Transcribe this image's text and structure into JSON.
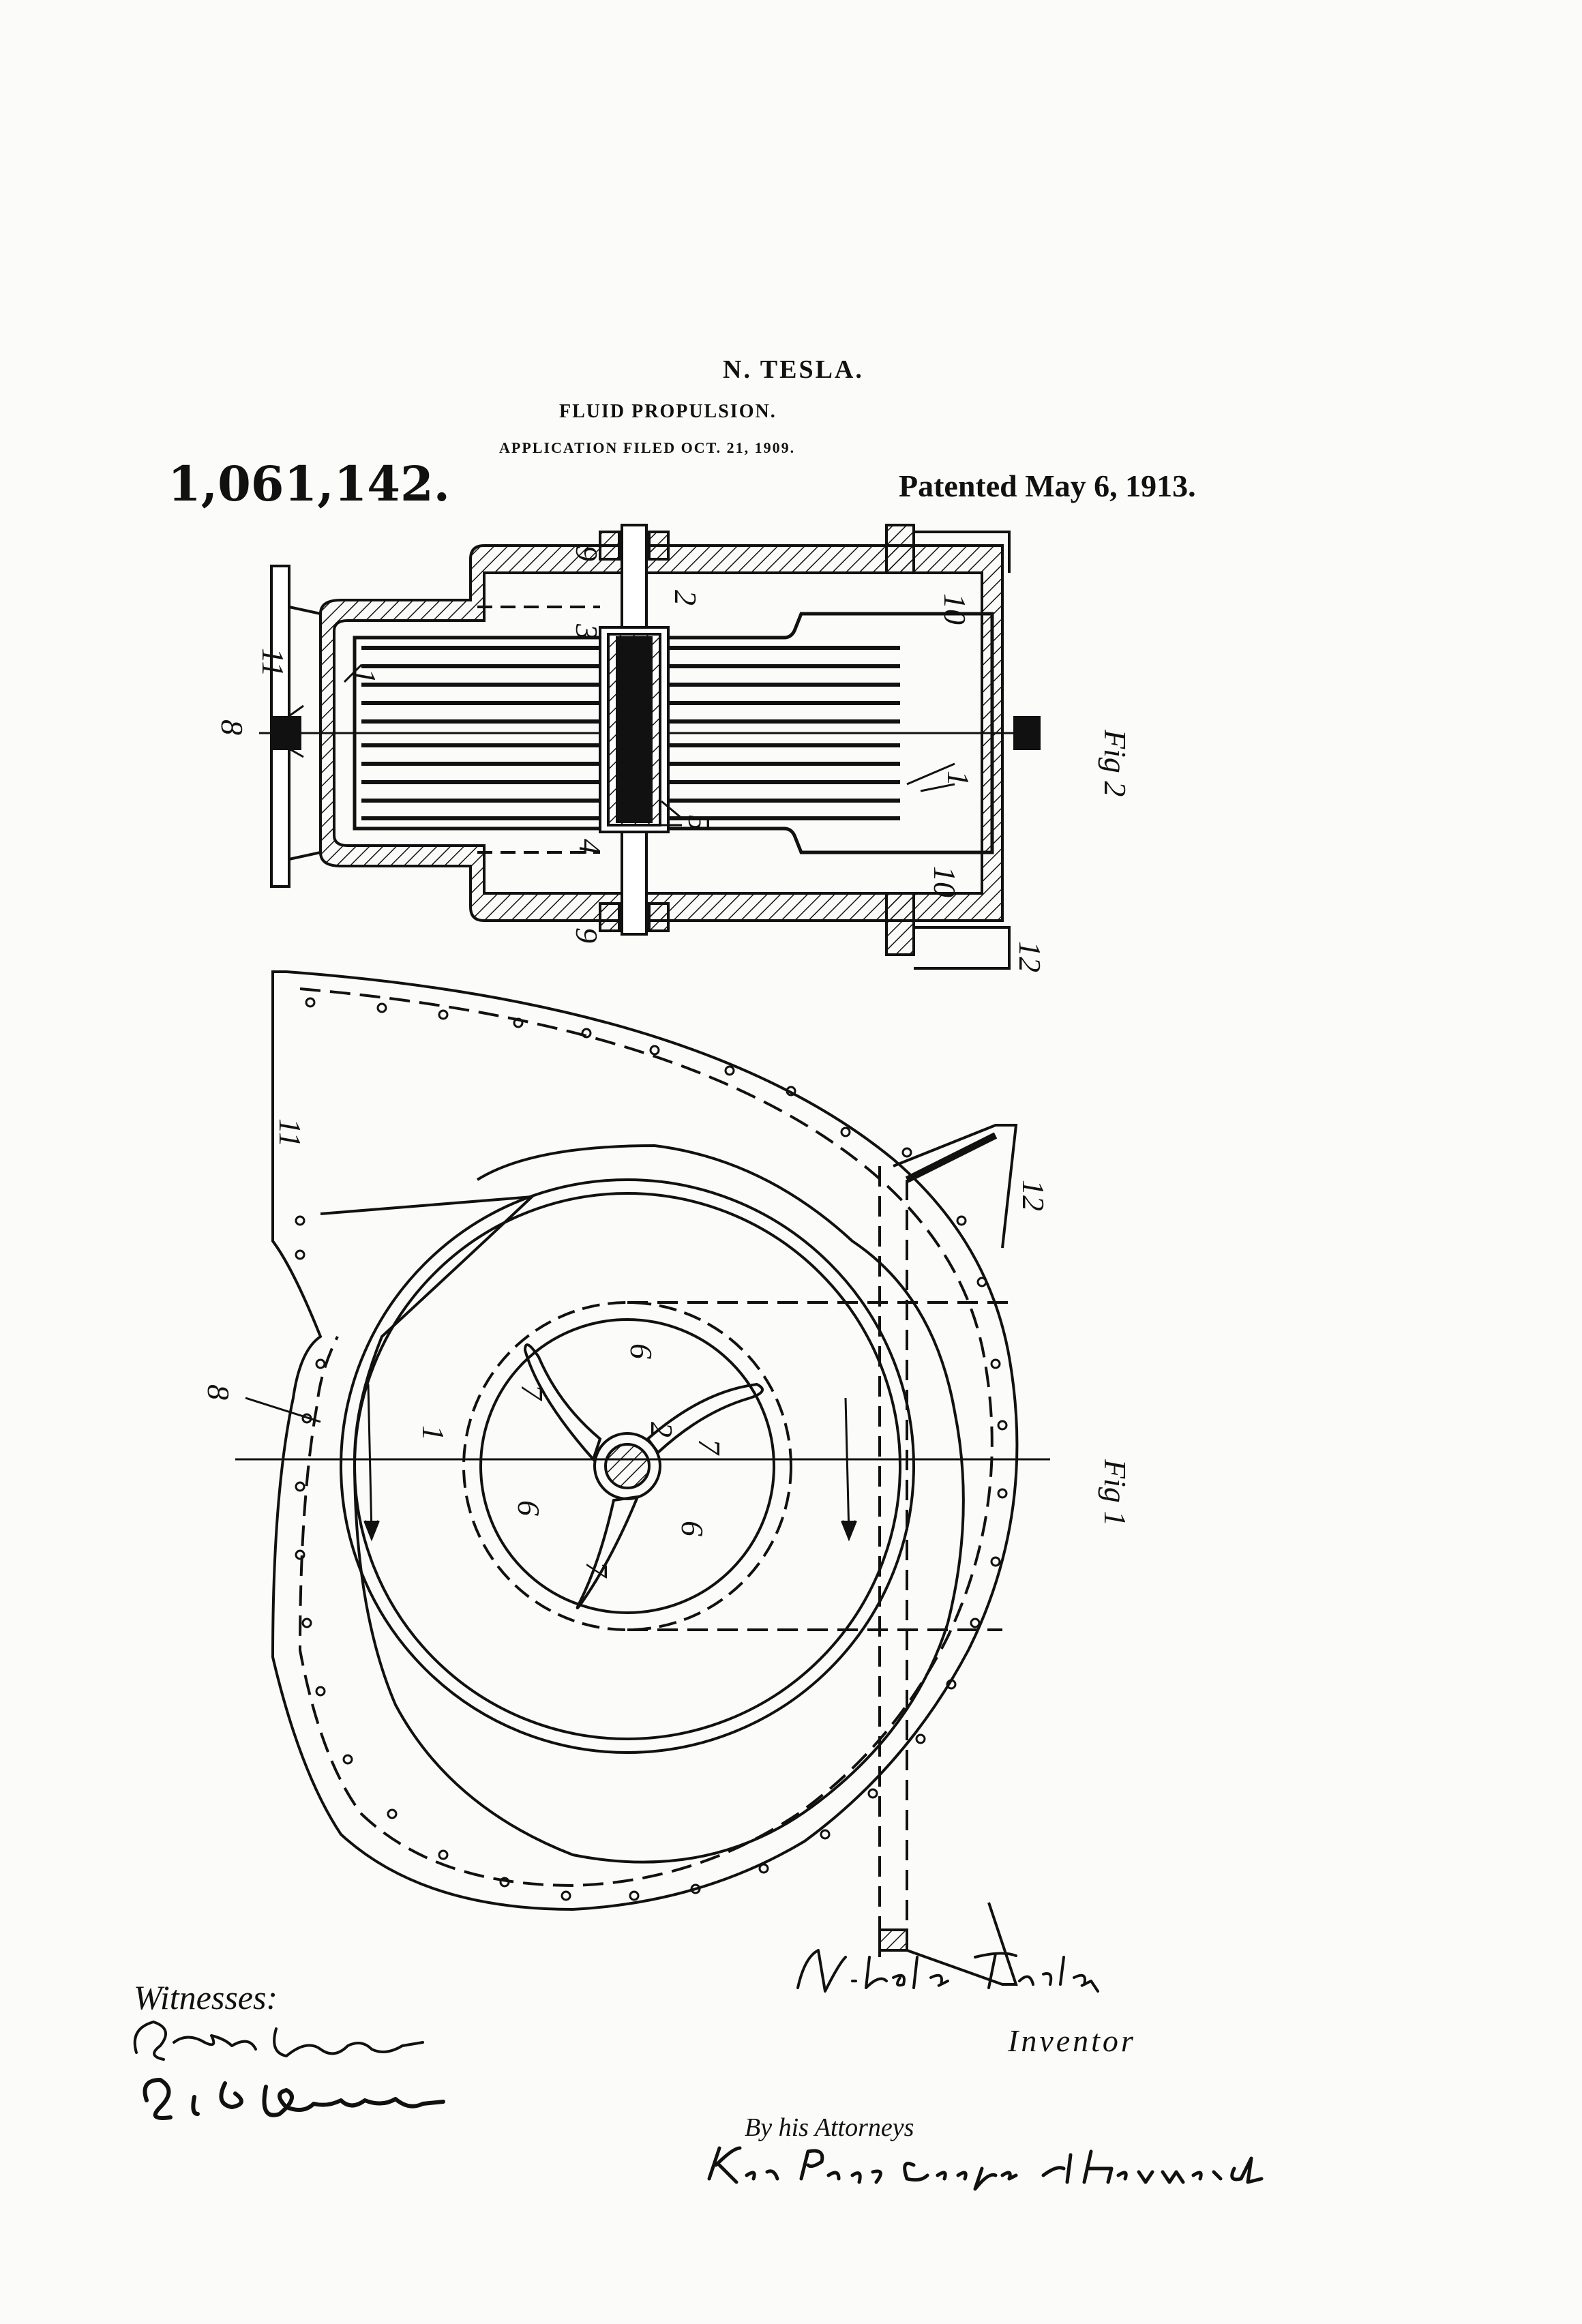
{
  "header": {
    "inventor": "N. TESLA.",
    "title": "FLUID PROPULSION.",
    "application": "APPLICATION FILED OCT. 21, 1909.",
    "patent_number": "1,061,142.",
    "patent_date": "Patented May 6, 1913."
  },
  "figures": {
    "fig2_label": "Fig 2",
    "fig1_label": "Fig 1"
  },
  "reference_numerals": {
    "n1": "1",
    "n2": "2",
    "n3": "3",
    "n4": "4",
    "n5": "5",
    "n6": "6",
    "n7": "7",
    "n8": "8",
    "n9": "9",
    "n10": "10",
    "n11": "11",
    "n12": "12"
  },
  "footer": {
    "witnesses_label": "Witnesses:",
    "witness_signature_1": "R. Diaz Buitrago",
    "witness_signature_2": "S. S. Dunham",
    "inventor_signature": "Nikola Tesla,",
    "inventor_label": "Inventor",
    "attorneys_label": "By his Attorneys",
    "attorneys_signature": "Kerr, Page, Cooper & Hayward"
  }
}
